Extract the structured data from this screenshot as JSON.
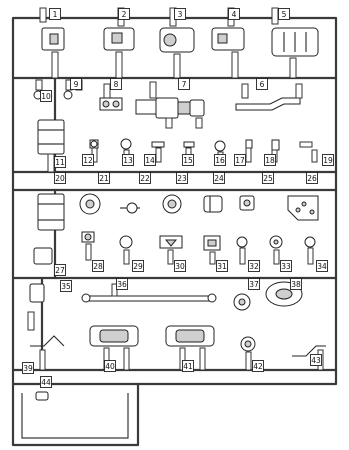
{
  "sprue": {
    "part_numbers": [
      "1",
      "2",
      "3",
      "4",
      "5",
      "6",
      "7",
      "8",
      "9",
      "10",
      "11",
      "12",
      "13",
      "14",
      "15",
      "16",
      "17",
      "18",
      "19",
      "20",
      "21",
      "22",
      "23",
      "24",
      "25",
      "26",
      "27",
      "28",
      "29",
      "30",
      "31",
      "32",
      "33",
      "34",
      "35",
      "36",
      "37",
      "38",
      "39",
      "40",
      "41",
      "42",
      "43",
      "44"
    ]
  }
}
